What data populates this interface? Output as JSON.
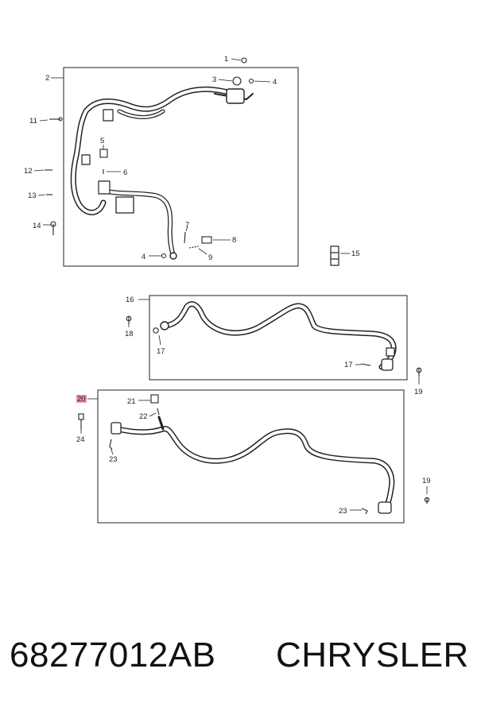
{
  "callouts": {
    "c1": "1",
    "c2": "2",
    "c3": "3",
    "c4a": "4",
    "c4b": "4",
    "c5": "5",
    "c6": "6",
    "c7": "7",
    "c8": "8",
    "c9": "9",
    "c11": "11",
    "c12": "12",
    "c13": "13",
    "c14": "14",
    "c15": "15",
    "c16": "16",
    "c17a": "17",
    "c17b": "17",
    "c18": "18",
    "c19a": "19",
    "c19b": "19",
    "c20": "20",
    "c21": "21",
    "c22": "22",
    "c23a": "23",
    "c23b": "23",
    "c24": "24"
  },
  "highlight_color": "#d8344a",
  "footer": {
    "part_number": "68277012AB",
    "brand": "CHRYSLER"
  }
}
